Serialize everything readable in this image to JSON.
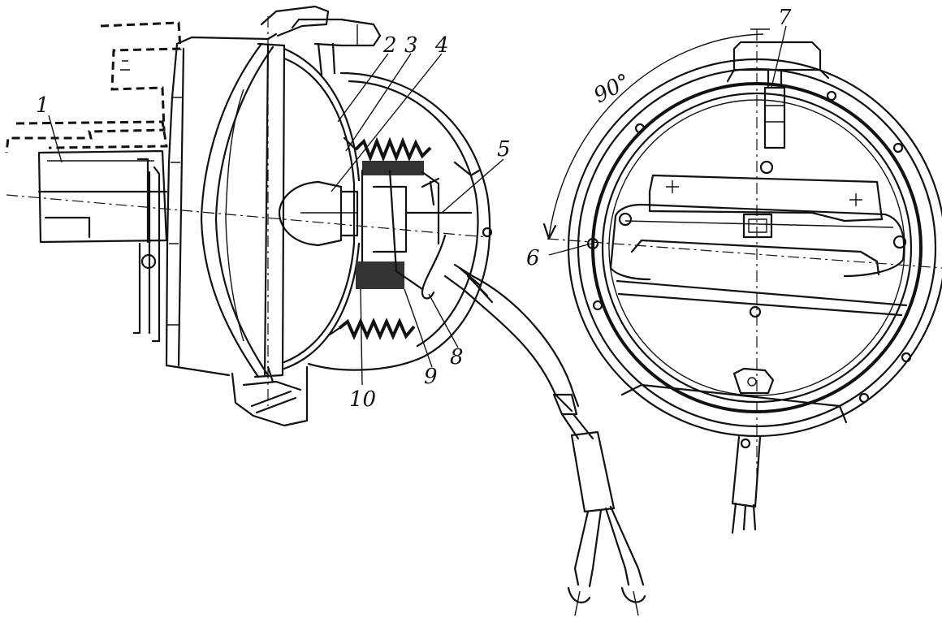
{
  "labels": {
    "l1": "1",
    "l2": "2",
    "l3": "3",
    "l4": "4",
    "l5": "5",
    "l6": "6",
    "l7": "7",
    "l8": "8",
    "l9": "9",
    "l10": "10"
  },
  "angle_label": "90°"
}
